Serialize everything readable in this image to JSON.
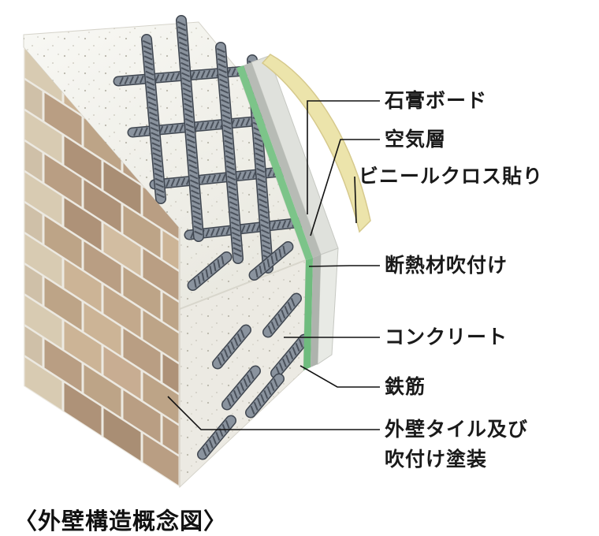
{
  "title": "〈外壁構造概念図〉",
  "labels": {
    "gypsum_board": "石膏ボード",
    "air_layer": "空気層",
    "vinyl_cloth": "ビニールクロス貼り",
    "insulation": "断熱材吹付け",
    "concrete": "コンクリート",
    "rebar": "鉄筋",
    "exterior_tile_1": "外壁タイル及び",
    "exterior_tile_2": "吹付け塗装"
  },
  "colors": {
    "background": "#ffffff",
    "text": "#1a1a1a",
    "leader_line": "#111111",
    "concrete_slope_light": "#f8f8f4",
    "concrete_slope_dark": "#eae9e1",
    "concrete_front": "#eceae3",
    "mortar": "#ece9e1",
    "tile_palette": [
      "#c8ad92",
      "#b99e83",
      "#c3a98c",
      "#ae9278",
      "#d2bda1",
      "#bda487",
      "#a98e74",
      "#ccb496"
    ],
    "tile_left_light": [
      "#d8cbb2",
      "#cfc0a8"
    ],
    "insulation_green": "#7cc489",
    "insulation_green_dark": "#6fbc7e",
    "air_gray": "#b7bbb5",
    "air_gray_dark": "#aeb3ad",
    "board": "#dfe1dc",
    "board_front": "#e8eae5",
    "board_edge": "#c6c8c2",
    "vinyl_yellow": "#ece4ab",
    "vinyl_edge": "#d6c98c",
    "rebar_dark": "#3f4650",
    "rebar_body": "#8a939e",
    "rebar_rib": "#4b525c"
  }
}
